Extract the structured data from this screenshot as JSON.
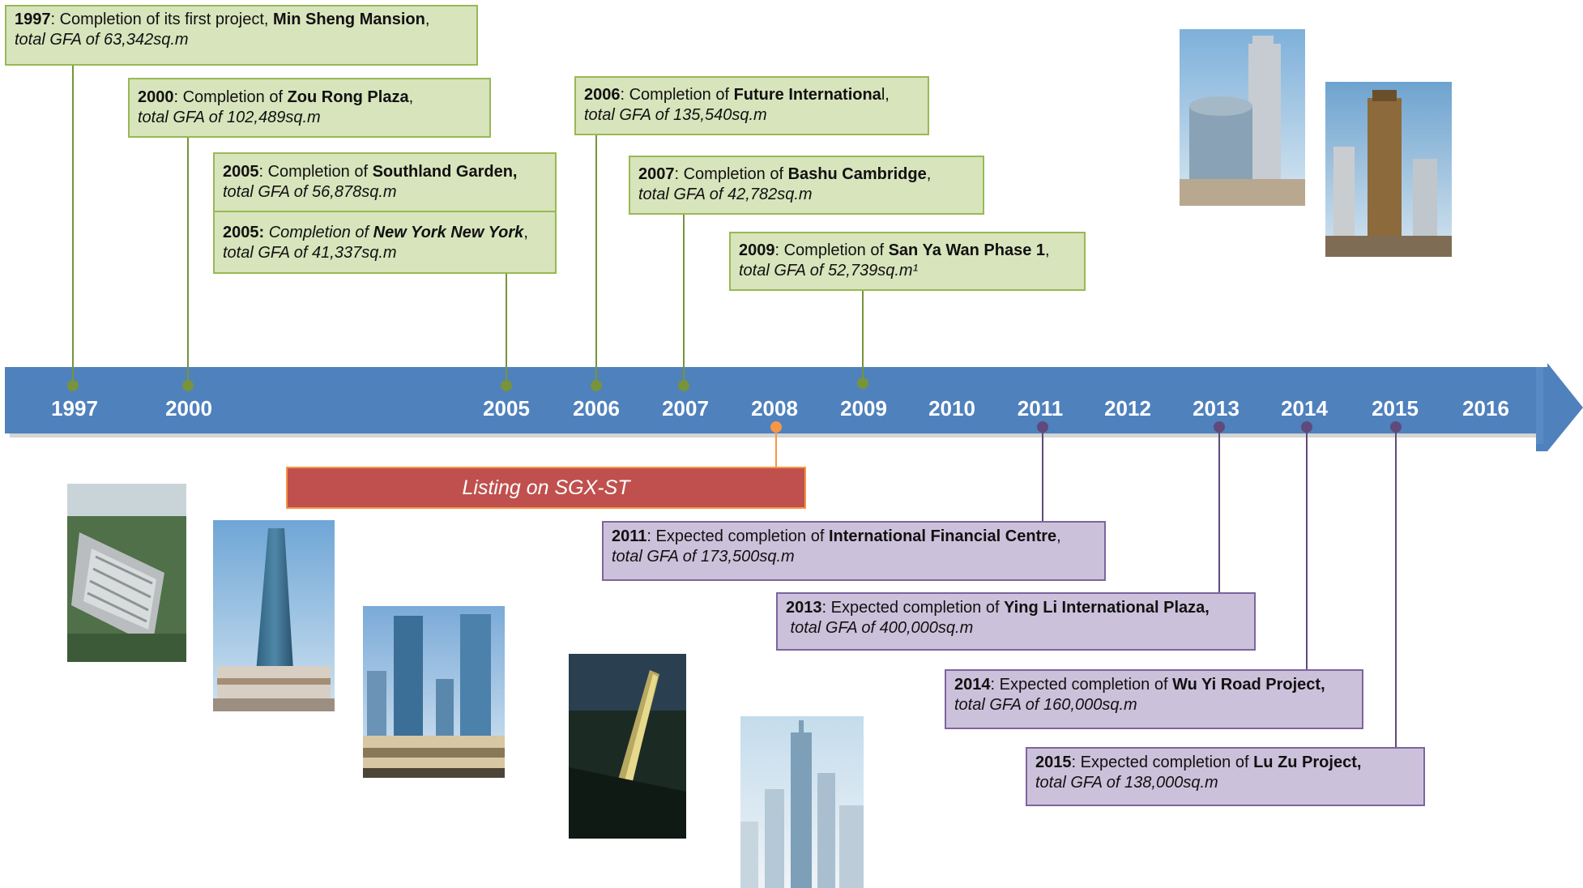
{
  "timeline": {
    "years": [
      "1997",
      "2000",
      "2005",
      "2006",
      "2007",
      "2008",
      "2009",
      "2010",
      "2011",
      "2012",
      "2013",
      "2014",
      "2015",
      "2016"
    ]
  },
  "completed": [
    {
      "bold_start": "1997",
      "text_mid": ": Completion of its first project, ",
      "bold_name": "Min Sheng Mansion",
      "text_end": ",",
      "gfa": "total GFA of 63,342sq.m"
    },
    {
      "bold_start": "2000",
      "text_mid": ": Completion of ",
      "bold_name": "Zou Rong Plaza",
      "text_end": ",",
      "gfa": "total GFA of 102,489sq.m"
    },
    {
      "bold_start": "2005",
      "text_mid": ": Completion of ",
      "bold_name": "Southland Garden,",
      "text_end": "",
      "gfa": "total GFA of 56,878sq.m"
    },
    {
      "bold_start": "2005:",
      "text_mid": " Completion of ",
      "bold_name": "New York New York",
      "text_end": ",",
      "gfa": "total GFA of 41,337sq.m"
    },
    {
      "bold_start": "2006",
      "text_mid": ": Completion of ",
      "bold_name": "Future Internationa",
      "text_end": "l,",
      "gfa": "total GFA of 135,540sq.m"
    },
    {
      "bold_start": "2007",
      "text_mid": ": Completion of ",
      "bold_name": "Bashu Cambridge",
      "text_end": ",",
      "gfa": "total GFA of 42,782sq.m"
    },
    {
      "bold_start": "2009",
      "text_mid": ": Completion of ",
      "bold_name": "San Ya Wan Phase 1",
      "text_end": ",",
      "gfa": "total GFA of 52,739sq.m¹"
    }
  ],
  "listing": {
    "label": "Listing on SGX-ST"
  },
  "expected": [
    {
      "bold_start": "2011",
      "text_mid": ": Expected completion of ",
      "bold_name": "International Financial Centre",
      "text_end": ",",
      "gfa": "total GFA of 173,500sq.m"
    },
    {
      "bold_start": "2013",
      "text_mid": ": Expected completion of ",
      "bold_name": "Ying Li International Plaza,",
      "text_end": "",
      "gfa": " total GFA of 400,000sq.m"
    },
    {
      "bold_start": "2014",
      "text_mid": ": Expected completion of ",
      "bold_name": "Wu Yi Road Project,",
      "text_end": "",
      "gfa": "total GFA of 160,000sq.m"
    },
    {
      "bold_start": "2015",
      "text_mid": ": Expected completion of ",
      "bold_name": "Lu Zu Project,",
      "text_end": "",
      "gfa": "total GFA of 138,000sq.m"
    }
  ],
  "colors": {
    "arrow": "#4f81bd",
    "completed_fill": "#d8e4bc",
    "expected_fill": "#ccc1da",
    "listing_fill": "#c0504d",
    "listing_border": "#f79646"
  }
}
